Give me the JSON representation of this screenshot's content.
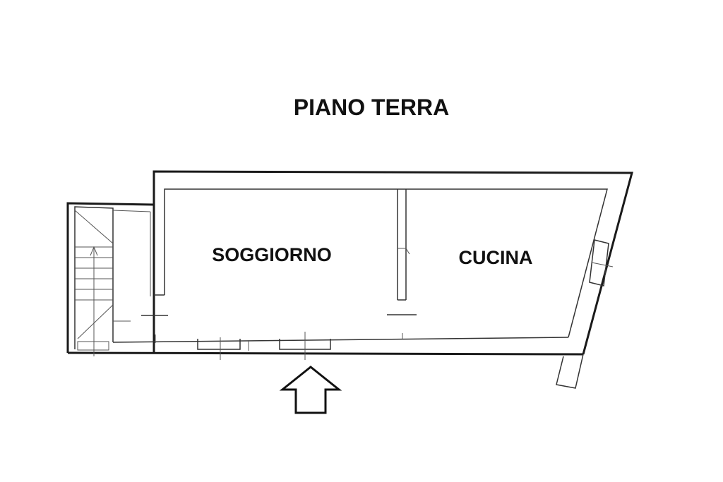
{
  "plan": {
    "title": "PIANO TERRA",
    "rooms": {
      "soggiorno": "SOGGIORNO",
      "cucina": "CUCINA"
    },
    "entrance_icon": "up-arrow-icon",
    "stair_icon": "stair-arrow-icon",
    "colors": {
      "ink": "#111111",
      "background": "#ffffff"
    }
  }
}
